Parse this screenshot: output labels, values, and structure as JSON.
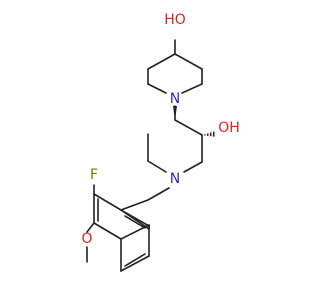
{
  "molecule": {
    "atoms": {
      "hydroxyl_top": "HO",
      "n_upper": "N",
      "hydroxyl_right": "OH",
      "n_lower": "N",
      "fluorine": "F",
      "methoxy_o": "O"
    },
    "colors": {
      "bond": "#222222",
      "nitrogen": "#2b2bd6",
      "oxygen": "#e0241f",
      "fluorine": "#7a7a00"
    }
  }
}
